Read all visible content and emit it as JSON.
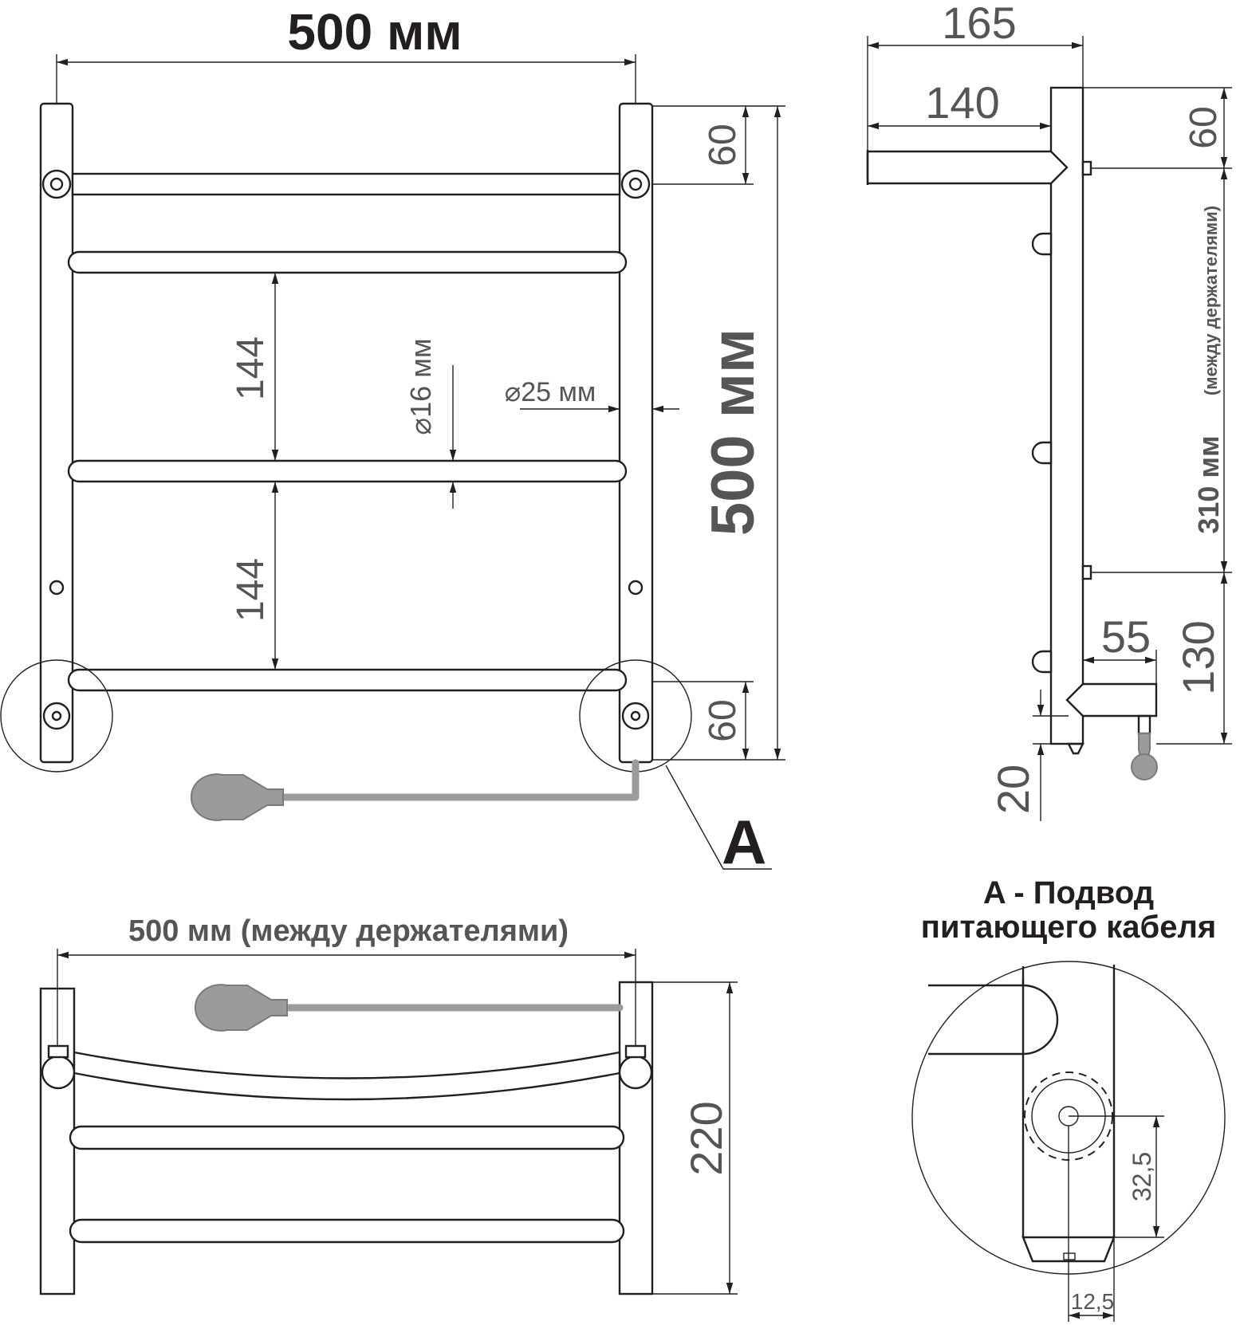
{
  "front_view": {
    "width_label": "500 мм",
    "height_label": "500 мм",
    "top_offset": "60",
    "bottom_offset": "60",
    "spacing_upper": "144",
    "spacing_lower": "144",
    "bar_diameter": "⌀16 мм",
    "post_diameter": "⌀25 мм",
    "callout": "A"
  },
  "side_view": {
    "depth_total": "165",
    "depth_bar": "140",
    "top_offset": "60",
    "mount_spacing": "310 мм",
    "mount_spacing_note": "(между держателями)",
    "bottom_offset": "130",
    "cable_depth": "55",
    "base_gap": "20"
  },
  "top_view": {
    "width_label": "500 мм (между держателями)",
    "depth_label": "220"
  },
  "detail": {
    "title_line1": "A - Подвод",
    "title_line2": "питающего кабеля",
    "vertical_offset": "32,5",
    "horizontal_offset": "12,5"
  },
  "colors": {
    "line": "#231f20",
    "dimension_text": "#555555",
    "cable": "#9b9b9b"
  }
}
